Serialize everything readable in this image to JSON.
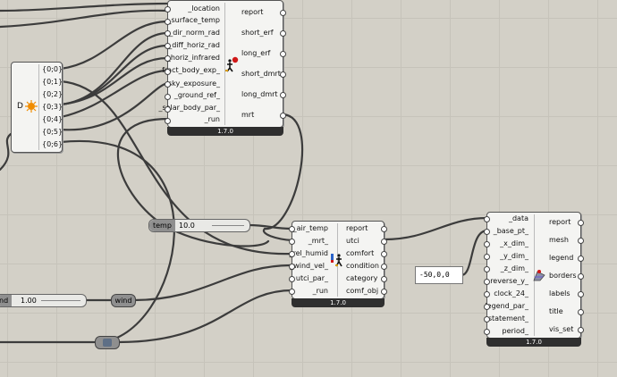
{
  "version": "1.7.0",
  "comfort_params": {
    "inputs": [
      "_location",
      "_surface_temp",
      "_dir_norm_rad",
      "_diff_horiz_rad",
      "_horiz_infrared",
      "fract_body_exp_",
      "sky_exposure_",
      "_ground_ref_",
      "_solar_body_par_",
      "_run"
    ],
    "outputs": [
      "report",
      "short_erf",
      "long_erf",
      "short_dmrt",
      "long_dmrt",
      "mrt"
    ]
  },
  "data_list": {
    "label": "D",
    "items": [
      "{0;0}",
      "{0;1}",
      "{0;2}",
      "{0;3}",
      "{0;4}",
      "{0;5}",
      "{0;6}"
    ]
  },
  "utci": {
    "inputs": [
      "_air_temp",
      "_mrt_",
      "_rel_humid",
      "_wind_vel_",
      "utci_par_",
      "_run"
    ],
    "outputs": [
      "report",
      "utci",
      "comfort",
      "condition",
      "category",
      "comf_obj"
    ]
  },
  "legend": {
    "inputs": [
      "_data",
      "_base_pt_",
      "_x_dim_",
      "_y_dim_",
      "_z_dim_",
      "reverse_y_",
      "clock_24_",
      "legend_par_",
      "statement_",
      "period_"
    ],
    "outputs": [
      "report",
      "mesh",
      "legend",
      "borders",
      "labels",
      "title",
      "vis_set"
    ]
  },
  "temp_slider": {
    "name": "temp",
    "value": "10.0"
  },
  "wind_slider": {
    "name": "nd",
    "value": "1.00"
  },
  "wind_relay": {
    "name": "wind"
  },
  "panel": {
    "text": "-50,0,0"
  },
  "colors": {
    "canvas": "#d3d0c7",
    "wire": "#3c3c3c",
    "component_body": "#f4f4f2",
    "version_bar": "#2f2f2f"
  }
}
